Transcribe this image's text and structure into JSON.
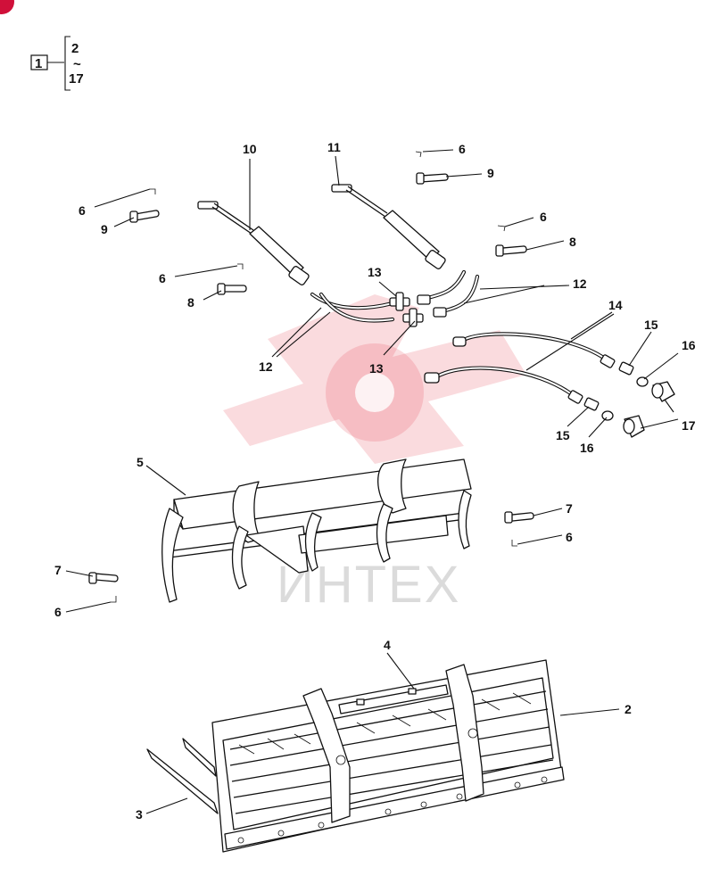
{
  "legend": {
    "ref_number": "1",
    "range_start": "2",
    "range_sep": "~",
    "range_end": "17"
  },
  "watermark": {
    "text": "ИНТЕХ",
    "color": "#e63946"
  },
  "callouts": {
    "c10": "10",
    "c11": "11",
    "c6a": "6",
    "c9a": "9",
    "c6b": "6",
    "c9b": "9",
    "c6c": "6",
    "c8a": "8",
    "c6d": "6",
    "c8b": "8",
    "c13a": "13",
    "c12a": "12",
    "c12b": "12",
    "c13b": "13",
    "c14": "14",
    "c15a": "15",
    "c16a": "16",
    "c15b": "15",
    "c16b": "16",
    "c17": "17",
    "c5": "5",
    "c7a": "7",
    "c6e": "6",
    "c7b": "7",
    "c6f": "6",
    "c4": "4",
    "c2": "2",
    "c3": "3"
  }
}
